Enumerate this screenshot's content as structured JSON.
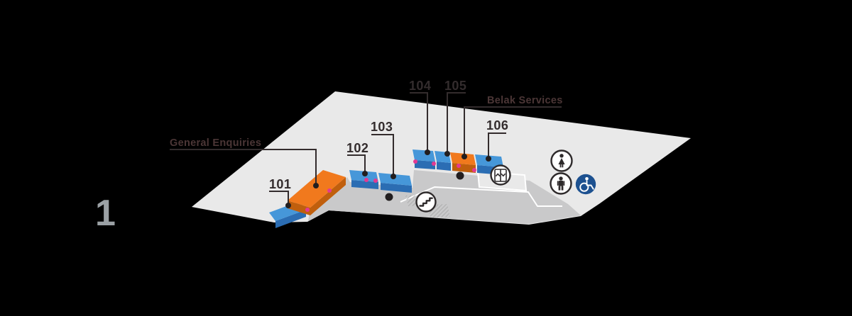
{
  "level": {
    "number": "1"
  },
  "booths": [
    {
      "number": "101",
      "color": "blue"
    },
    {
      "number": "102",
      "color": "blue"
    },
    {
      "number": "103",
      "color": "blue"
    },
    {
      "number": "104",
      "color": "blue"
    },
    {
      "number": "105",
      "color": "blue"
    },
    {
      "number": "106",
      "color": "blue"
    }
  ],
  "services": [
    {
      "name": "General Enquiries",
      "desk_color": "orange"
    },
    {
      "name": "Belak Services",
      "desk_color": "orange"
    }
  ],
  "facilities": [
    "stairs-icon",
    "elevator-icon",
    "toilet-female-icon",
    "toilet-male-icon",
    "wheelchair-accessible-icon"
  ],
  "markers": {
    "entrance_marker_color": "#e23a92",
    "pillar_color": "#221e1f"
  },
  "colors": {
    "background": "#000000",
    "floor_light": "#e9e9e9",
    "floor_walkway": "#c9c9ca",
    "booth_blue": "#4697d9",
    "booth_blue_dark": "#2b6db3",
    "desk_orange": "#f1791d",
    "desk_orange_dark": "#c05f0d",
    "label_number": "#332c2d",
    "label_service": "#4b3636",
    "level_number": "#9ba1a5",
    "accessible_blue": "#1d5190",
    "icon_outline": "#2e2a2b"
  }
}
